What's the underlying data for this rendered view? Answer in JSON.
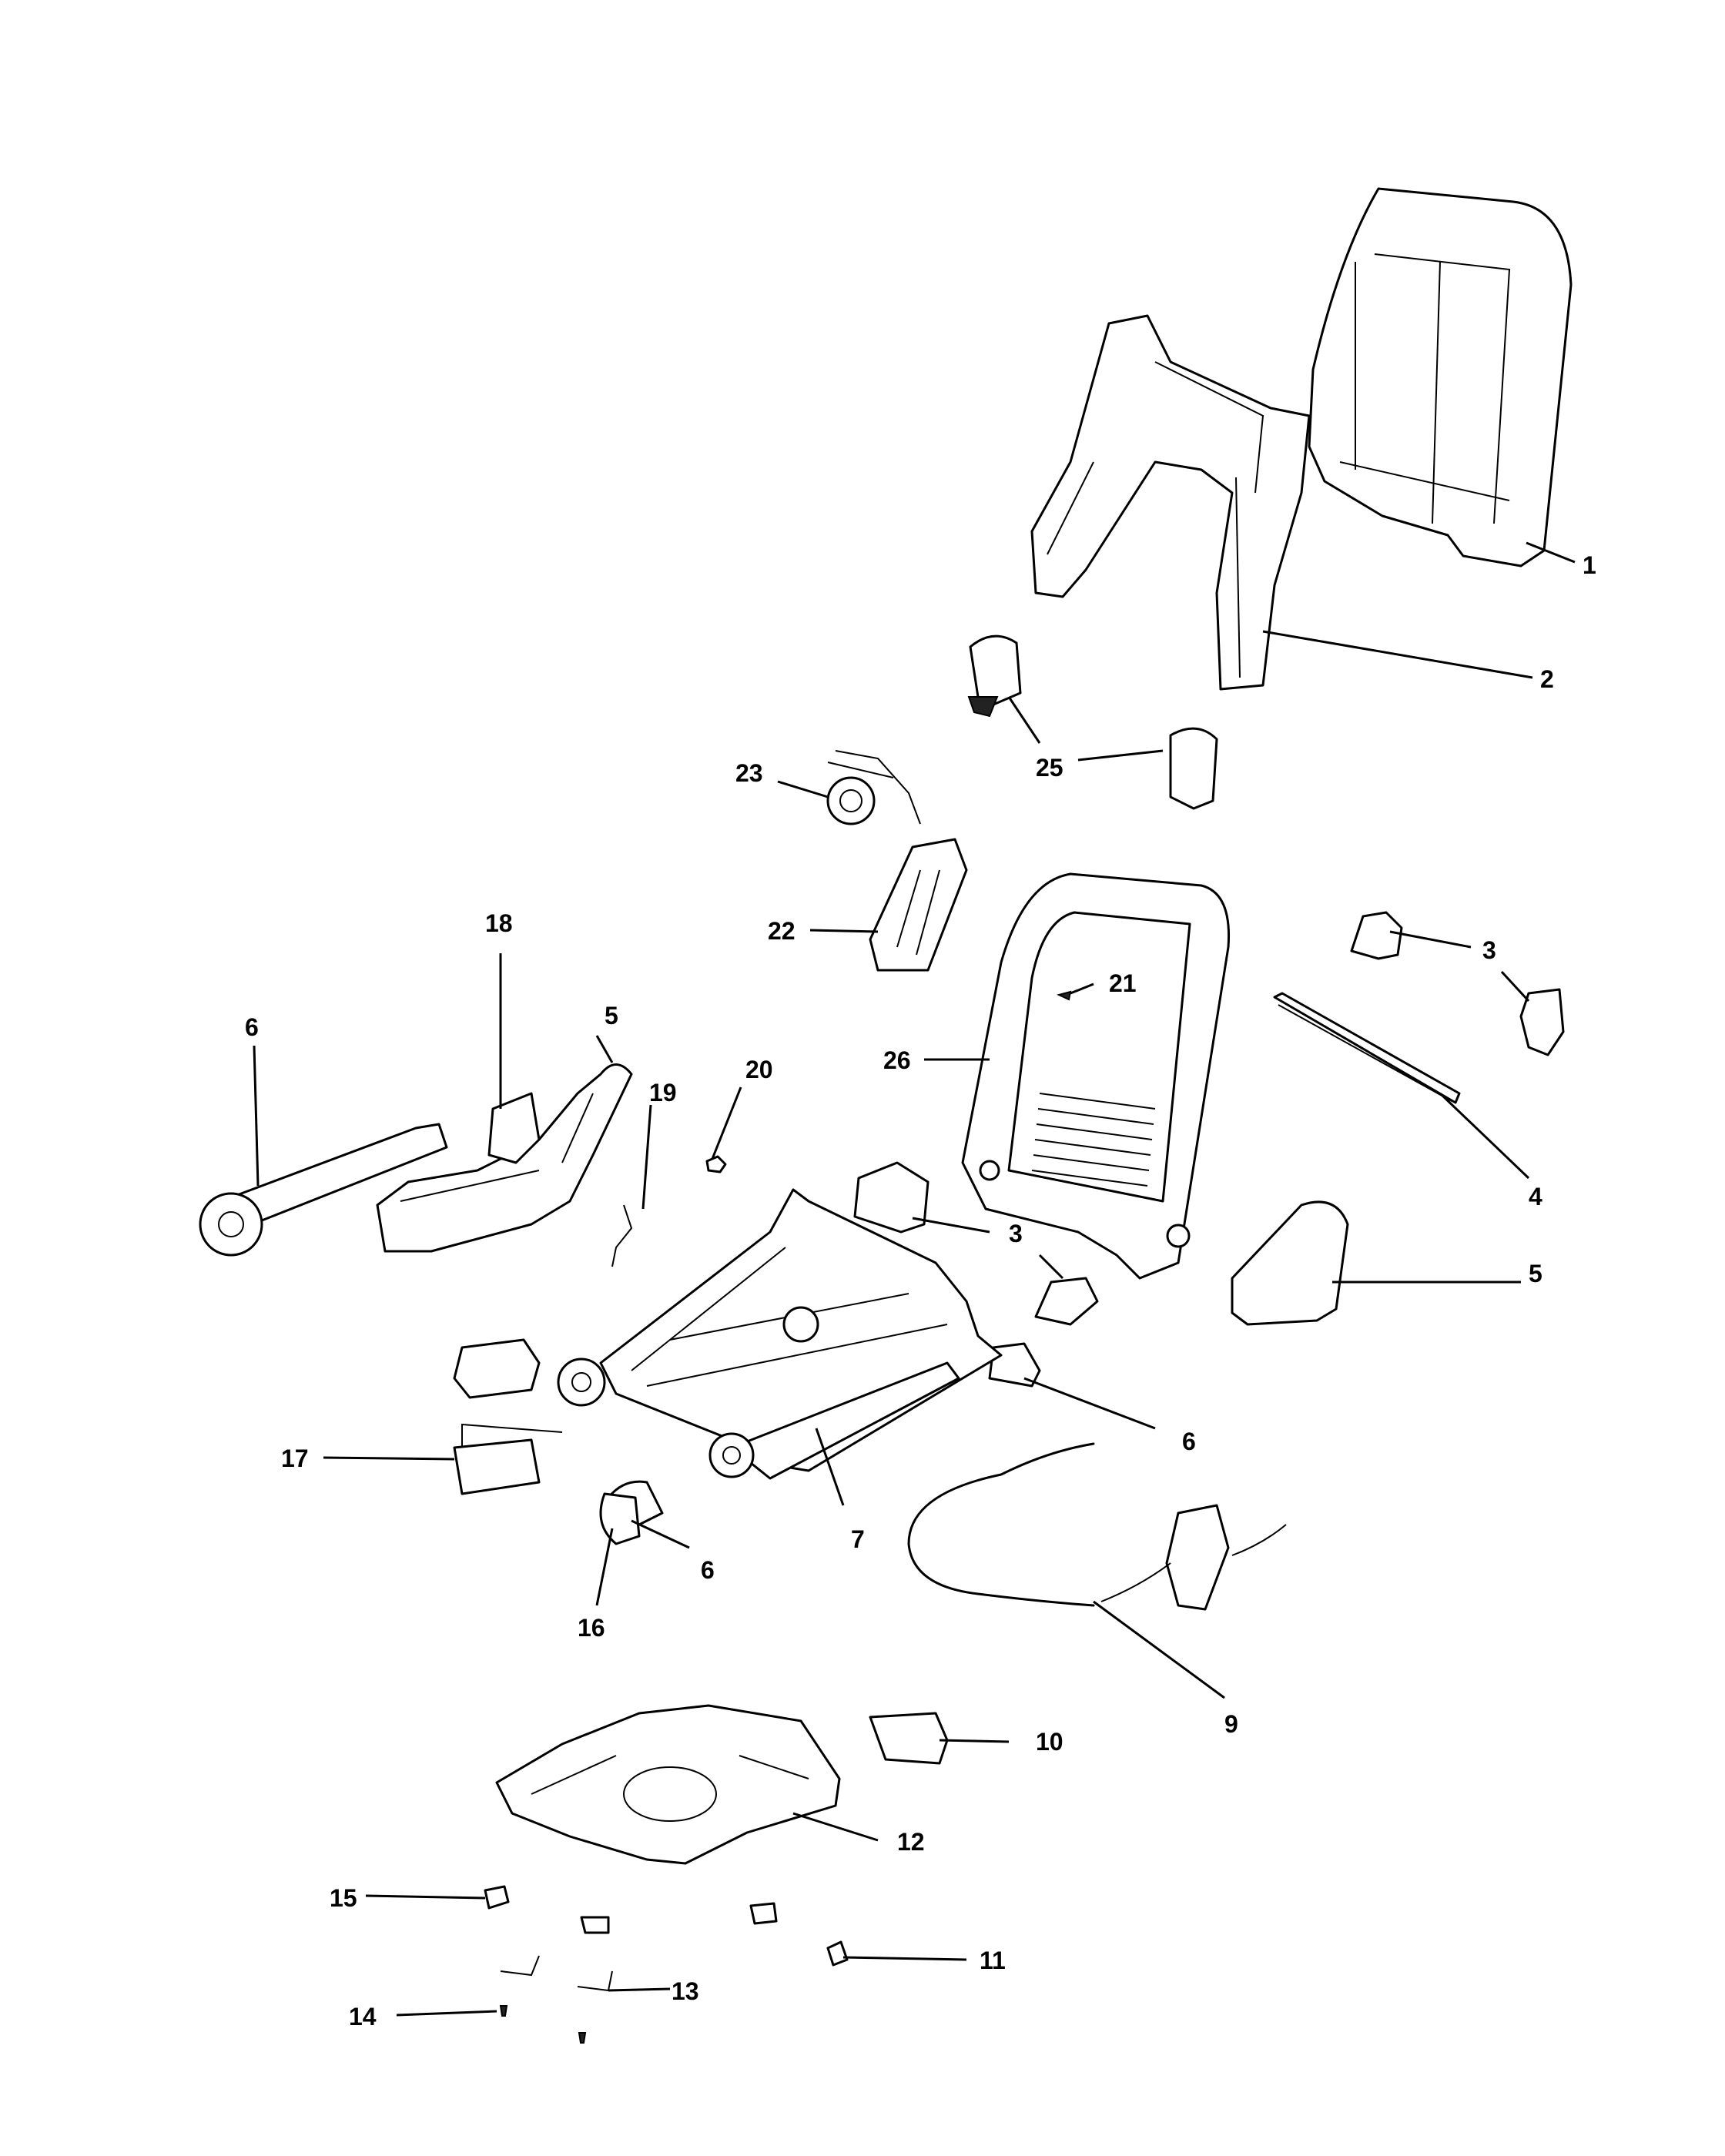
{
  "callouts": [
    {
      "id": "c1",
      "label": "1"
    },
    {
      "id": "c2",
      "label": "2"
    },
    {
      "id": "c3a",
      "label": "3"
    },
    {
      "id": "c3b",
      "label": "3"
    },
    {
      "id": "c4",
      "label": "4"
    },
    {
      "id": "c5a",
      "label": "5"
    },
    {
      "id": "c5b",
      "label": "5"
    },
    {
      "id": "c6a",
      "label": "6"
    },
    {
      "id": "c6b",
      "label": "6"
    },
    {
      "id": "c6c",
      "label": "6"
    },
    {
      "id": "c7",
      "label": "7"
    },
    {
      "id": "c9",
      "label": "9"
    },
    {
      "id": "c10",
      "label": "10"
    },
    {
      "id": "c11",
      "label": "11"
    },
    {
      "id": "c12",
      "label": "12"
    },
    {
      "id": "c13",
      "label": "13"
    },
    {
      "id": "c14",
      "label": "14"
    },
    {
      "id": "c15",
      "label": "15"
    },
    {
      "id": "c16",
      "label": "16"
    },
    {
      "id": "c17",
      "label": "17"
    },
    {
      "id": "c18",
      "label": "18"
    },
    {
      "id": "c19",
      "label": "19"
    },
    {
      "id": "c20",
      "label": "20"
    },
    {
      "id": "c21",
      "label": "21"
    },
    {
      "id": "c22",
      "label": "22"
    },
    {
      "id": "c23",
      "label": "23"
    },
    {
      "id": "c25",
      "label": "25"
    },
    {
      "id": "c26",
      "label": "26"
    }
  ]
}
